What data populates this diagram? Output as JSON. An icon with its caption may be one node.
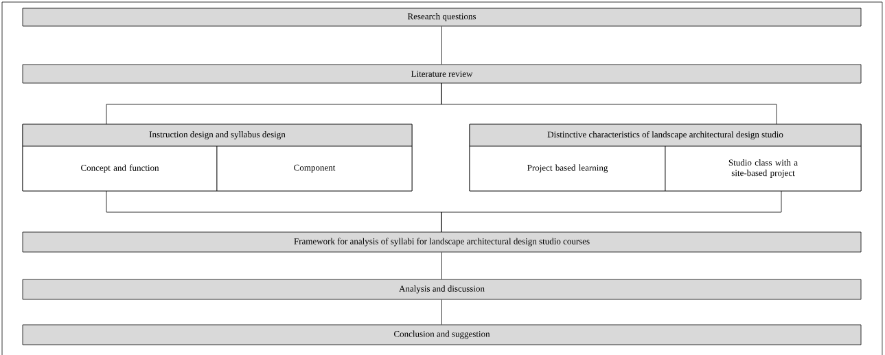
{
  "diagram": {
    "nodes": [
      {
        "text": [
          "Research questions"
        ]
      },
      {
        "text": [
          "Literature review"
        ]
      },
      {
        "text": [
          "Instruction design and syllabus design"
        ]
      },
      {
        "text": [
          "Concept and function"
        ],
        "in": 2
      },
      {
        "text": [
          "Component"
        ],
        "in": 2
      },
      {
        "text": [
          "Distinctive characteristics of landscape architectural design studio"
        ]
      },
      {
        "text": [
          "Project based learning"
        ],
        "in": 5
      },
      {
        "text": [
          "Studio class with a site-based project"
        ],
        "in": 5
      },
      {
        "text": [
          "Framework for analysis of syllabi for landscape architectural design studio courses"
        ]
      },
      {
        "text": [
          "Analysis and discussion"
        ]
      },
      {
        "text": [
          "Conclusion and suggestion"
        ]
      }
    ],
    "edges": [
      {
        "from": 0,
        "to": 1,
        "arrow": "none"
      },
      {
        "from": 1,
        "to": 2,
        "arrow": "none"
      },
      {
        "from": 1,
        "to": 5,
        "arrow": "none"
      },
      {
        "from": 2,
        "to": 8,
        "arrow": "none"
      },
      {
        "from": 5,
        "to": 8,
        "arrow": "none"
      },
      {
        "from": 8,
        "to": 9,
        "arrow": "none"
      },
      {
        "from": 9,
        "to": 10,
        "arrow": "none"
      }
    ]
  }
}
